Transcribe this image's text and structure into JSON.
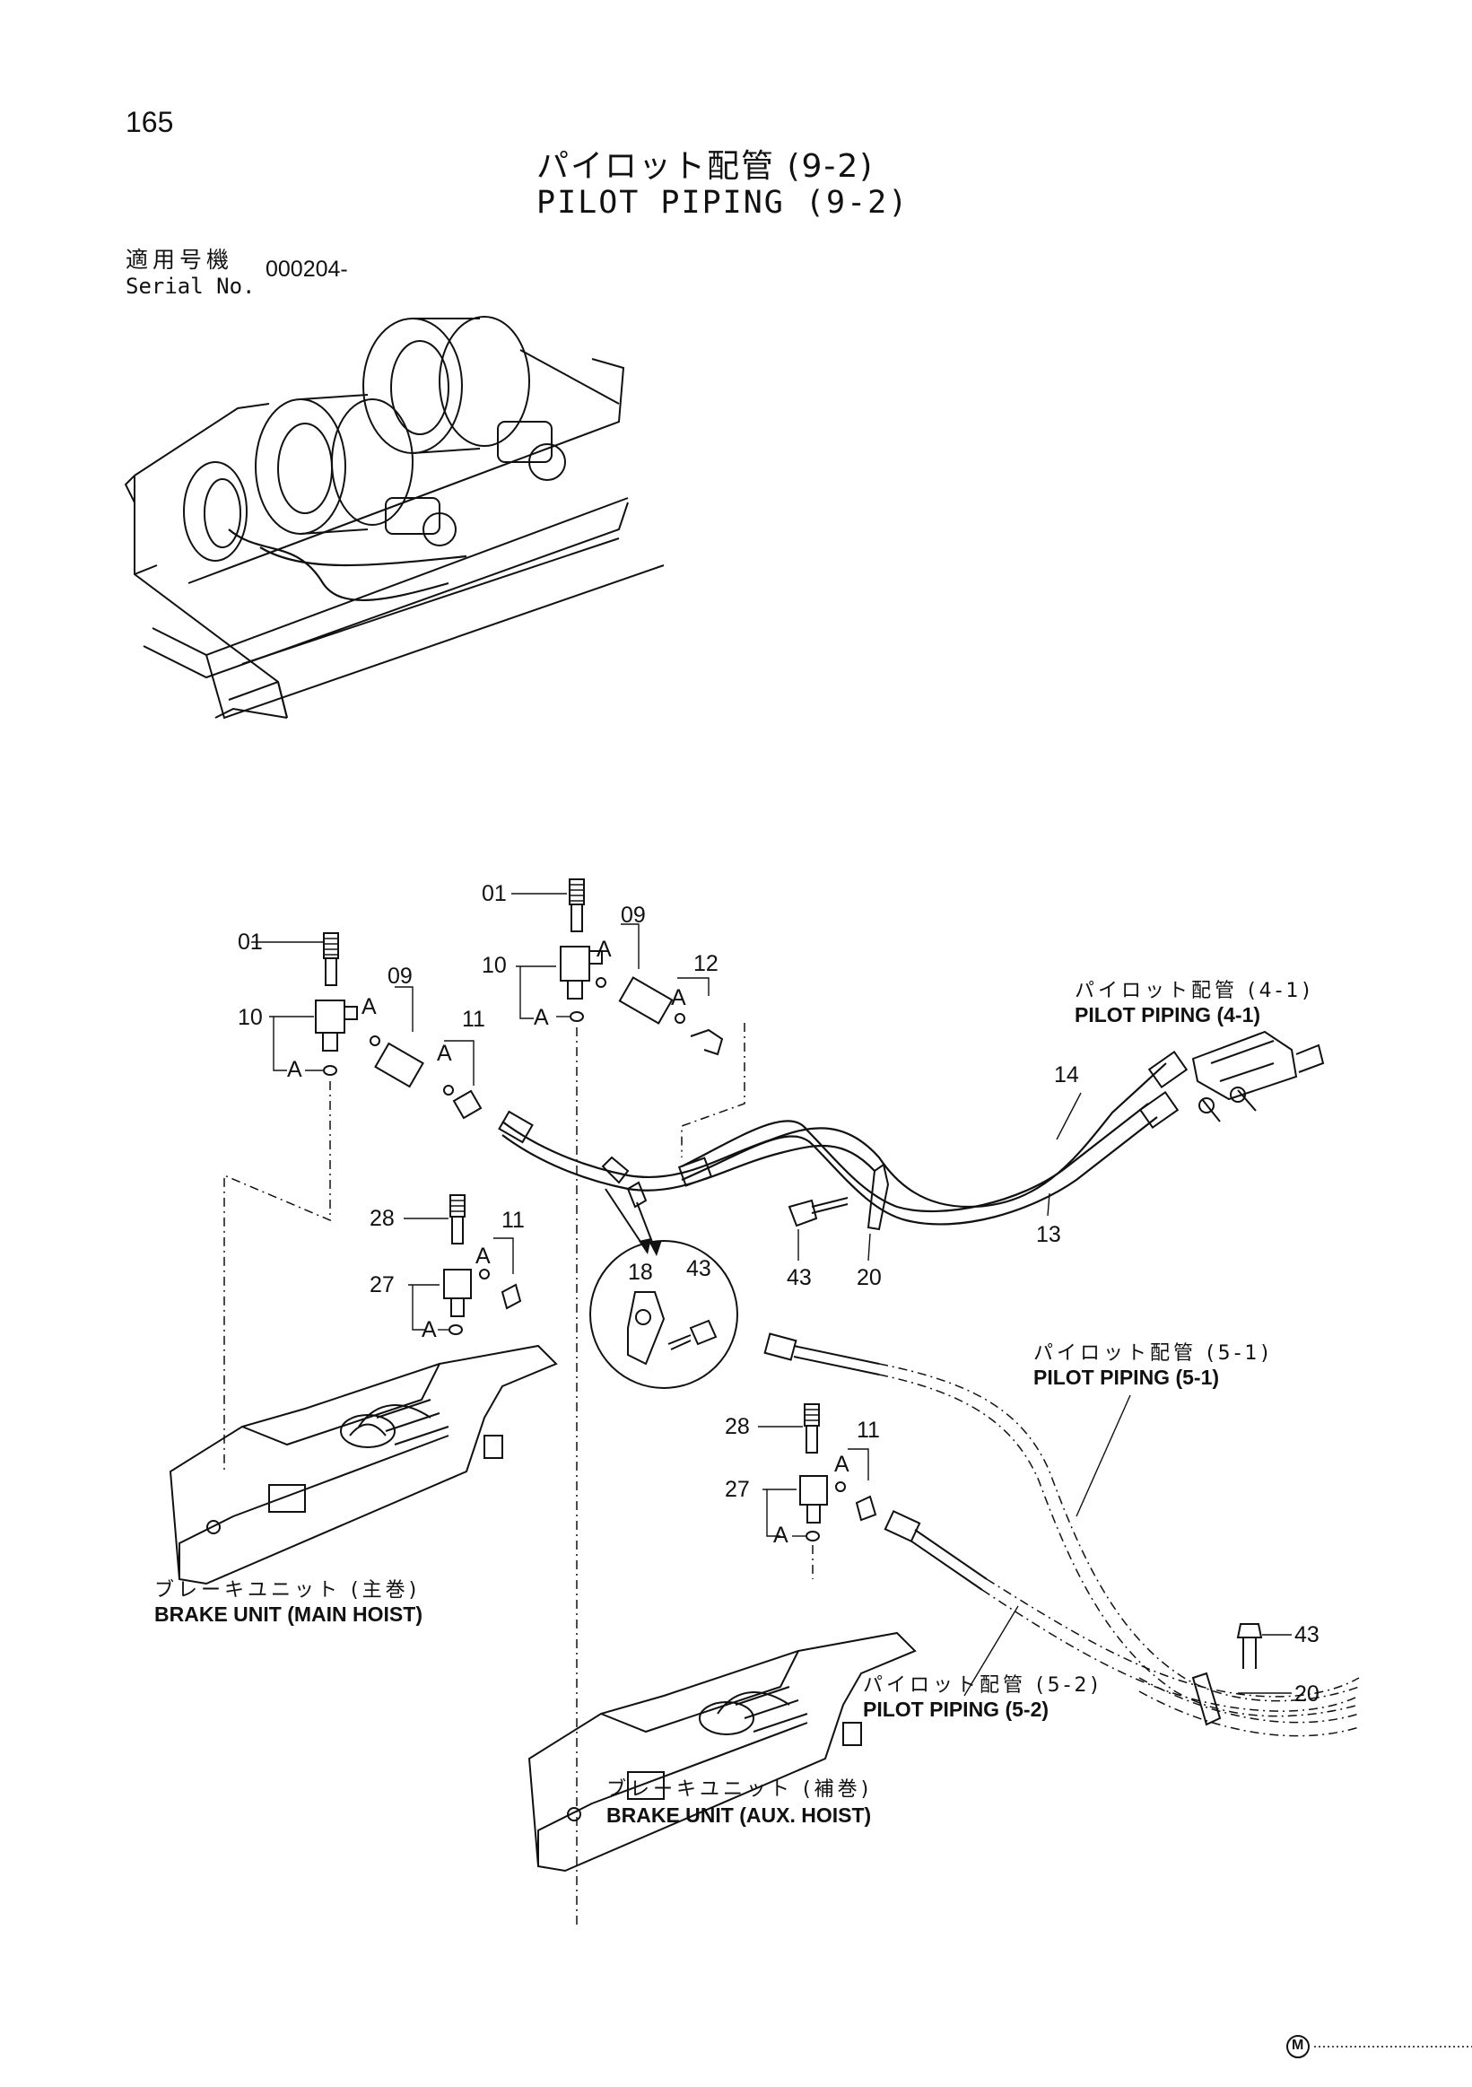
{
  "page": {
    "number": "165",
    "title_jp": "パイロット配管 (9-2)",
    "title_en": "PILOT PIPING (9-2)",
    "serial_label_jp": "適用号機",
    "serial_label_en": "Serial No.",
    "serial_value": "000204-",
    "footer_mark": "M"
  },
  "callouts": {
    "c01a": "01",
    "c09a": "09",
    "c10a": "10",
    "c11a": "11",
    "cAa": "A",
    "cAa2": "A",
    "c01b": "01",
    "c09b": "09",
    "c10b": "10",
    "c12": "12",
    "cAb": "A",
    "cAb2": "A",
    "cAb3": "A",
    "c14": "14",
    "c13": "13",
    "c43a": "43",
    "c20a": "20",
    "c18": "18",
    "c43b": "43",
    "c28a": "28",
    "c27a": "27",
    "c11b": "11",
    "cAc": "A",
    "cAc2": "A",
    "c28b": "28",
    "c27b": "27",
    "c11c": "11",
    "cAd": "A",
    "cAd2": "A",
    "c43c": "43",
    "c20b": "20"
  },
  "labels": {
    "pilot41_jp": "パイロット配管 (4-1)",
    "pilot41_en": "PILOT PIPING (4-1)",
    "pilot51_jp": "パイロット配管 (5-1)",
    "pilot51_en": "PILOT PIPING (5-1)",
    "pilot52_jp": "パイロット配管 (5-2)",
    "pilot52_en": "PILOT PIPING (5-2)",
    "brake_main_jp": "ブレーキユニット (主巻)",
    "brake_main_en": "BRAKE UNIT (MAIN HOIST)",
    "brake_aux_jp": "ブレーキユニット (補巻)",
    "brake_aux_en": "BRAKE UNIT (AUX. HOIST)"
  }
}
